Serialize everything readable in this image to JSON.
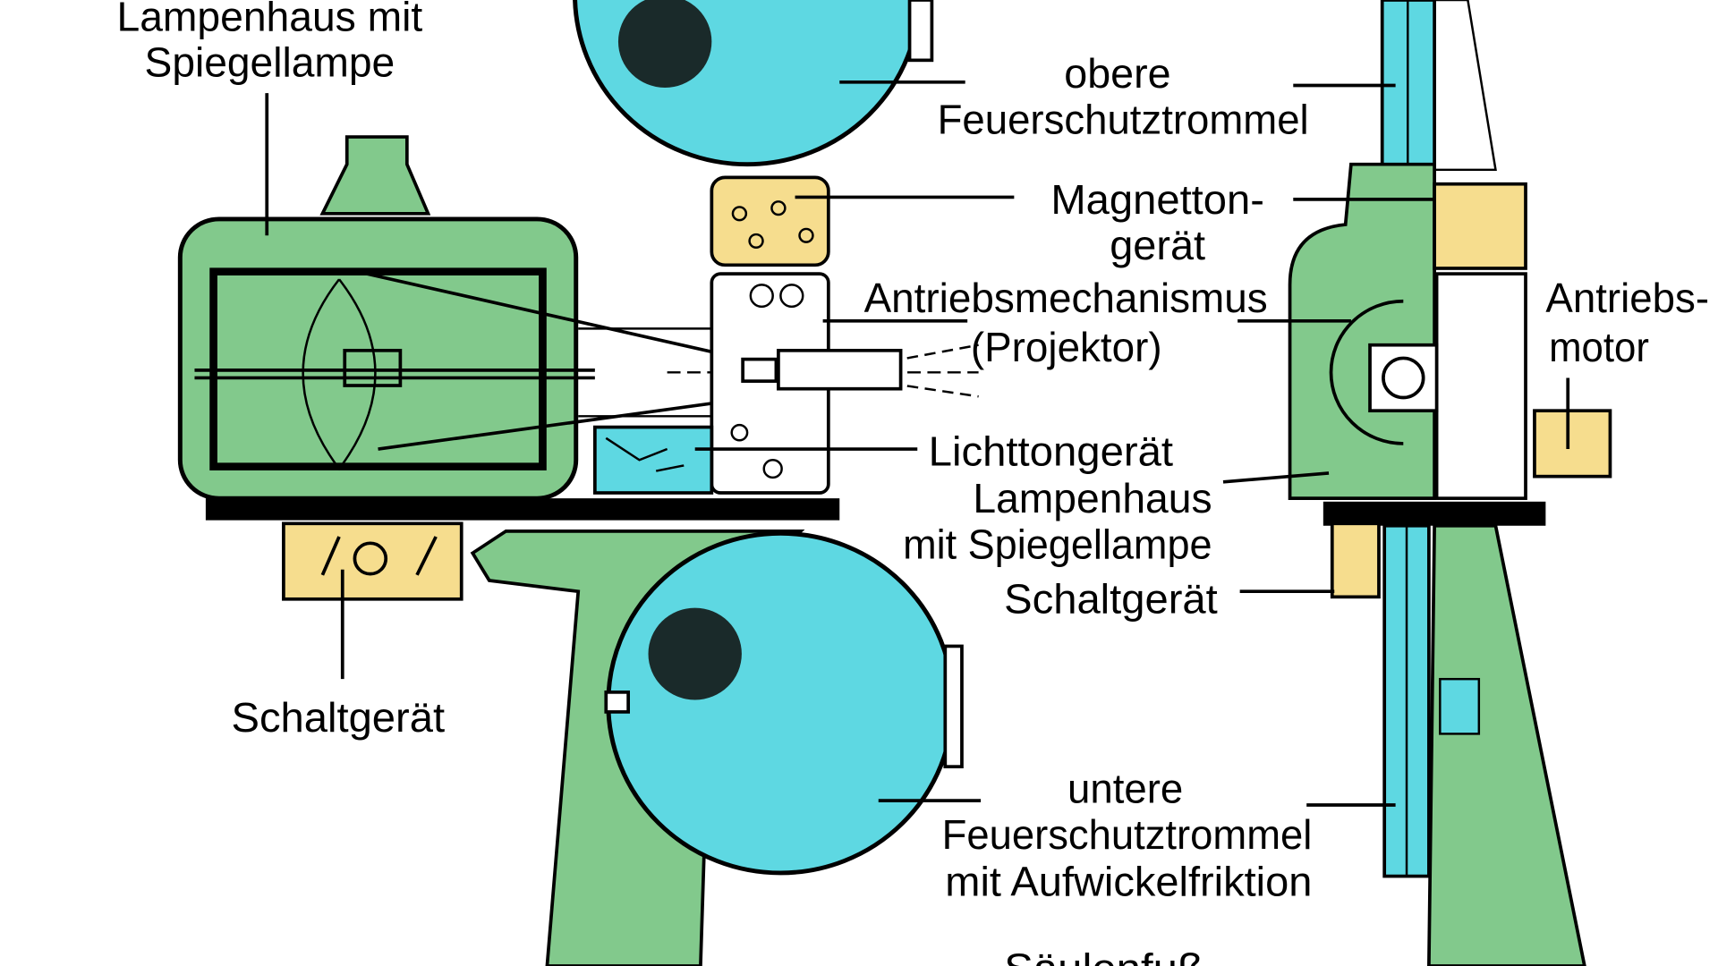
{
  "title": "Kinoprojektor – Aufbau",
  "colors": {
    "green": "#82c98c",
    "cyan": "#5ed8e2",
    "yellow": "#f6dd8e",
    "black": "#000000"
  },
  "labels": {
    "lamp_house_top": [
      "Lampenhaus mit",
      "Spiegellampe"
    ],
    "upper_drum": [
      "obere",
      "Feuerschutztrommel"
    ],
    "magnetic_sound": [
      "Magnetton-",
      "gerät"
    ],
    "drive_mechanism": [
      "Antriebsmechanismus",
      "(Projektor)"
    ],
    "optical_sound": "Lichttongerät",
    "lamp_house_right": [
      "Lampenhaus",
      "mit Spiegellampe"
    ],
    "switch_gear_right": "Schaltgerät",
    "switch_gear_left": "Schaltgerät",
    "drive_motor": [
      "Antriebs-",
      "motor"
    ],
    "lower_drum": [
      "untere",
      "Feuerschutztrommel",
      "mit Aufwickelfriktion"
    ],
    "column_foot": "Säulenfuß"
  }
}
